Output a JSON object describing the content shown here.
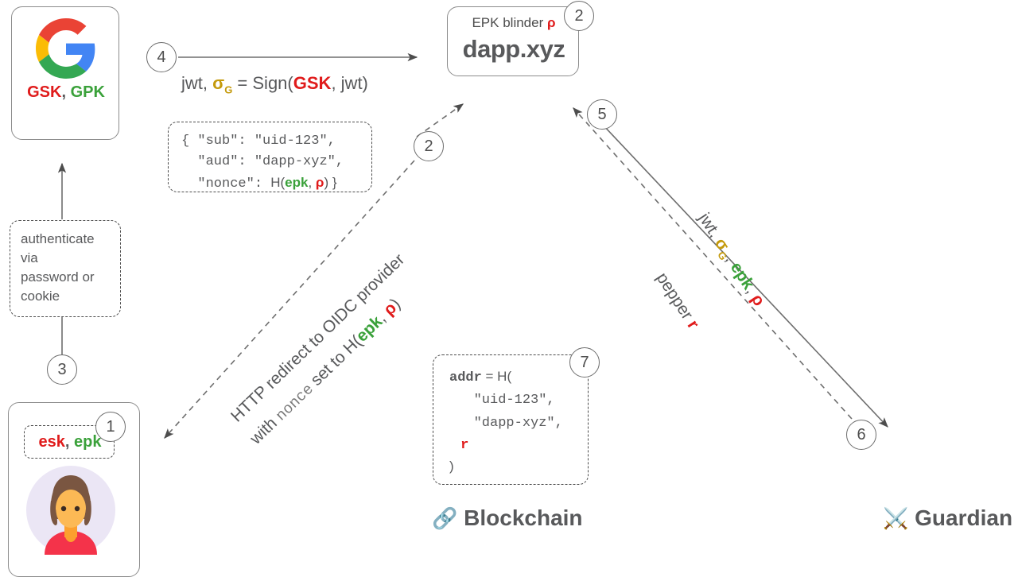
{
  "diagram": {
    "title": "OIDC-based keyless blockchain account flow",
    "colors": {
      "secret_red": "#e01b1b",
      "public_green": "#3aa13a",
      "signature_gold": "#c49a0c",
      "text_grey": "#58595b",
      "line_grey": "#6e6e6e"
    }
  },
  "google_box": {
    "name": "Google OIDC provider",
    "logo_icon": "google-g-logo",
    "keys": {
      "secret": "GSK",
      "separator": ", ",
      "public": "GPK"
    }
  },
  "dapp_box": {
    "blinder_label": "EPK blinder",
    "blinder_symbol": "ρ",
    "name": "dapp.xyz",
    "step": "2"
  },
  "jwt_label": {
    "prefix": "jwt, ",
    "sigma": "σ",
    "sigma_sub": "G",
    "equals": " = Sign(",
    "signing_key": "GSK",
    "suffix": ", jwt)"
  },
  "json_box": {
    "line1_pre": "{ \"sub\": ",
    "line1_val": "\"uid-123\",",
    "line2_pre": "  \"aud\": ",
    "line2_val": "\"dapp-xyz\",",
    "line3_pre": "  \"nonce\": ",
    "line3_hash": "H(",
    "line3_epk": "epk",
    "line3_comma": ", ",
    "line3_rho": "ρ",
    "line3_end": ") }"
  },
  "auth_box": {
    "text": "authenticate\nvia\npassword or\ncookie",
    "step": "3"
  },
  "user_box": {
    "name": "user",
    "ephemeral_secret": "esk",
    "separator": ", ",
    "ephemeral_public": "epk",
    "step": "1",
    "avatar_icon": "woman-avatar"
  },
  "addr_box": {
    "step": "7",
    "line1_addr": "addr",
    "line1_rest": " = H(",
    "line2": "   \"uid-123\",",
    "line3": "   \"dapp-xyz\",",
    "line4_pepper": "r",
    "line5": ")"
  },
  "captions": {
    "blockchain": {
      "icon": "🔗",
      "icon_name": "chain-link-icon",
      "label": "Blockchain"
    },
    "guardian": {
      "icon": "⚔️",
      "icon_name": "crossed-swords-icon",
      "label": "Guardian"
    }
  },
  "edges": {
    "step4": {
      "number": "4",
      "style": "solid",
      "description": "Google to dapp.xyz"
    },
    "step2_diag": {
      "number": "2",
      "style": "dashed",
      "description": "user to dapp.xyz redirect"
    },
    "step5": {
      "number": "5",
      "style": "mixed",
      "description": "Guardian request"
    },
    "step6": {
      "number": "6",
      "style": "mixed",
      "description": "Guardian response"
    },
    "redirect_label": {
      "line1": "HTTP redirect to OIDC provider",
      "line2_pre": "with ",
      "line2_mono": "nonce",
      "line2_mid": " set to H(",
      "line2_epk": "epk",
      "line2_comma": ", ",
      "line2_rho": "ρ",
      "line2_end": ")"
    },
    "jwt_diag_label": {
      "prefix": "jwt, ",
      "sigma": "σ",
      "sigma_sub": "G",
      "comma1": ", ",
      "epk": "epk",
      "comma2": ", ",
      "rho": "ρ"
    },
    "pepper_label": {
      "prefix": "pepper ",
      "value": "r"
    }
  }
}
